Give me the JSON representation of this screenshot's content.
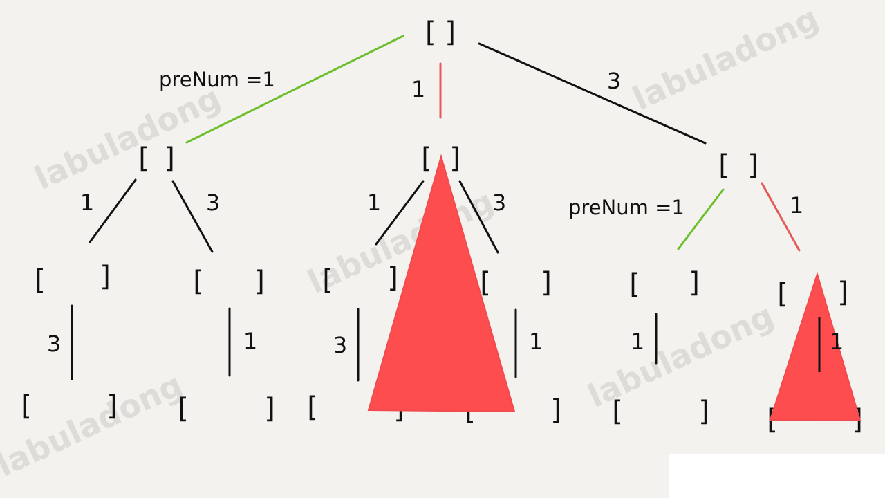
{
  "watermark": "labuladong",
  "colors": {
    "background": "#f3f2ee",
    "ink": "#111111",
    "green": "#6cbf2c",
    "red": "#e35a56",
    "pruned_fill": "#fe4d4f"
  },
  "tree": {
    "node_text": "[ ]",
    "edge_labels": {
      "root_left": "preNum =1",
      "root_mid": "1",
      "root_right": "3",
      "l_left": "1",
      "l_right": "3",
      "m_left": "1",
      "m_right": "3",
      "r_left_note": "preNum =1",
      "r_right": "1",
      "ll_down": "3",
      "lr_down": "1",
      "ml_down": "3",
      "mr_down": "1",
      "rl_down": "1",
      "rr_down": "1"
    }
  }
}
